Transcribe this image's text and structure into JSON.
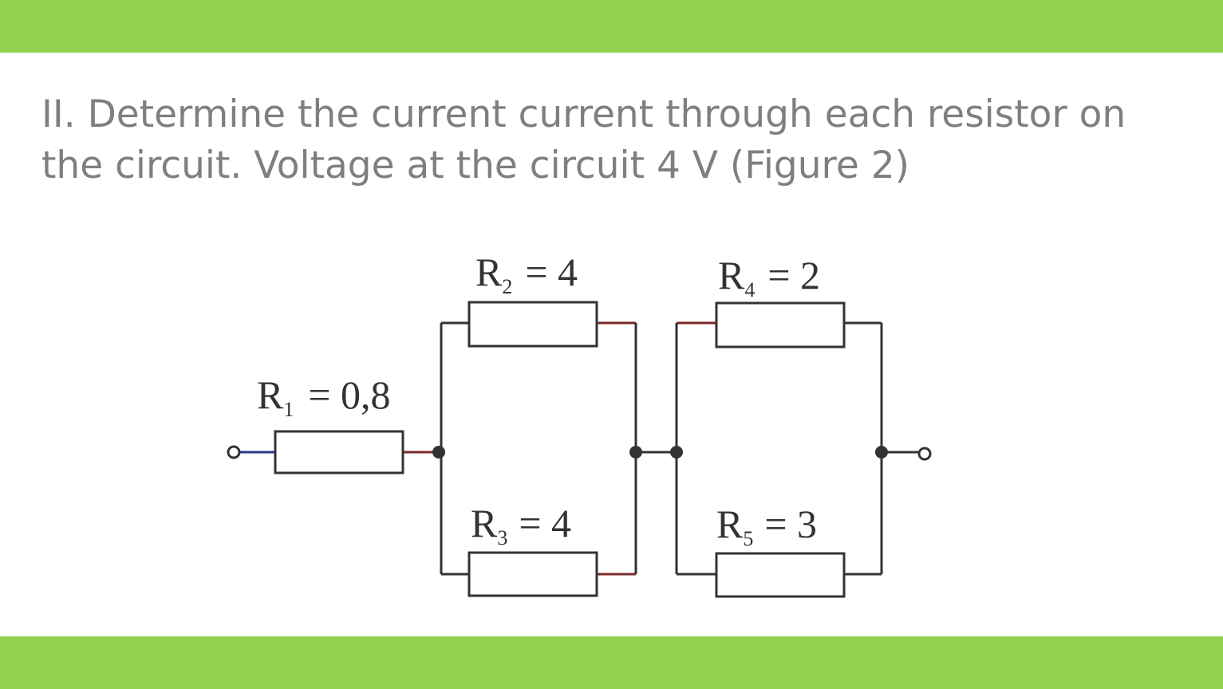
{
  "slide": {
    "accent_color": "#92d050",
    "question_line1": "II. Determine the current current through each resistor on",
    "question_line2": "the circuit. Voltage at the circuit 4 V (Figure 2)"
  },
  "circuit": {
    "resistors": [
      {
        "name": "R",
        "sub": "1",
        "value": "= 0,8"
      },
      {
        "name": "R",
        "sub": "2",
        "value": "= 4"
      },
      {
        "name": "R",
        "sub": "3",
        "value": "= 4"
      },
      {
        "name": "R",
        "sub": "4",
        "value": "= 2"
      },
      {
        "name": "R",
        "sub": "5",
        "value": "= 3"
      }
    ]
  }
}
